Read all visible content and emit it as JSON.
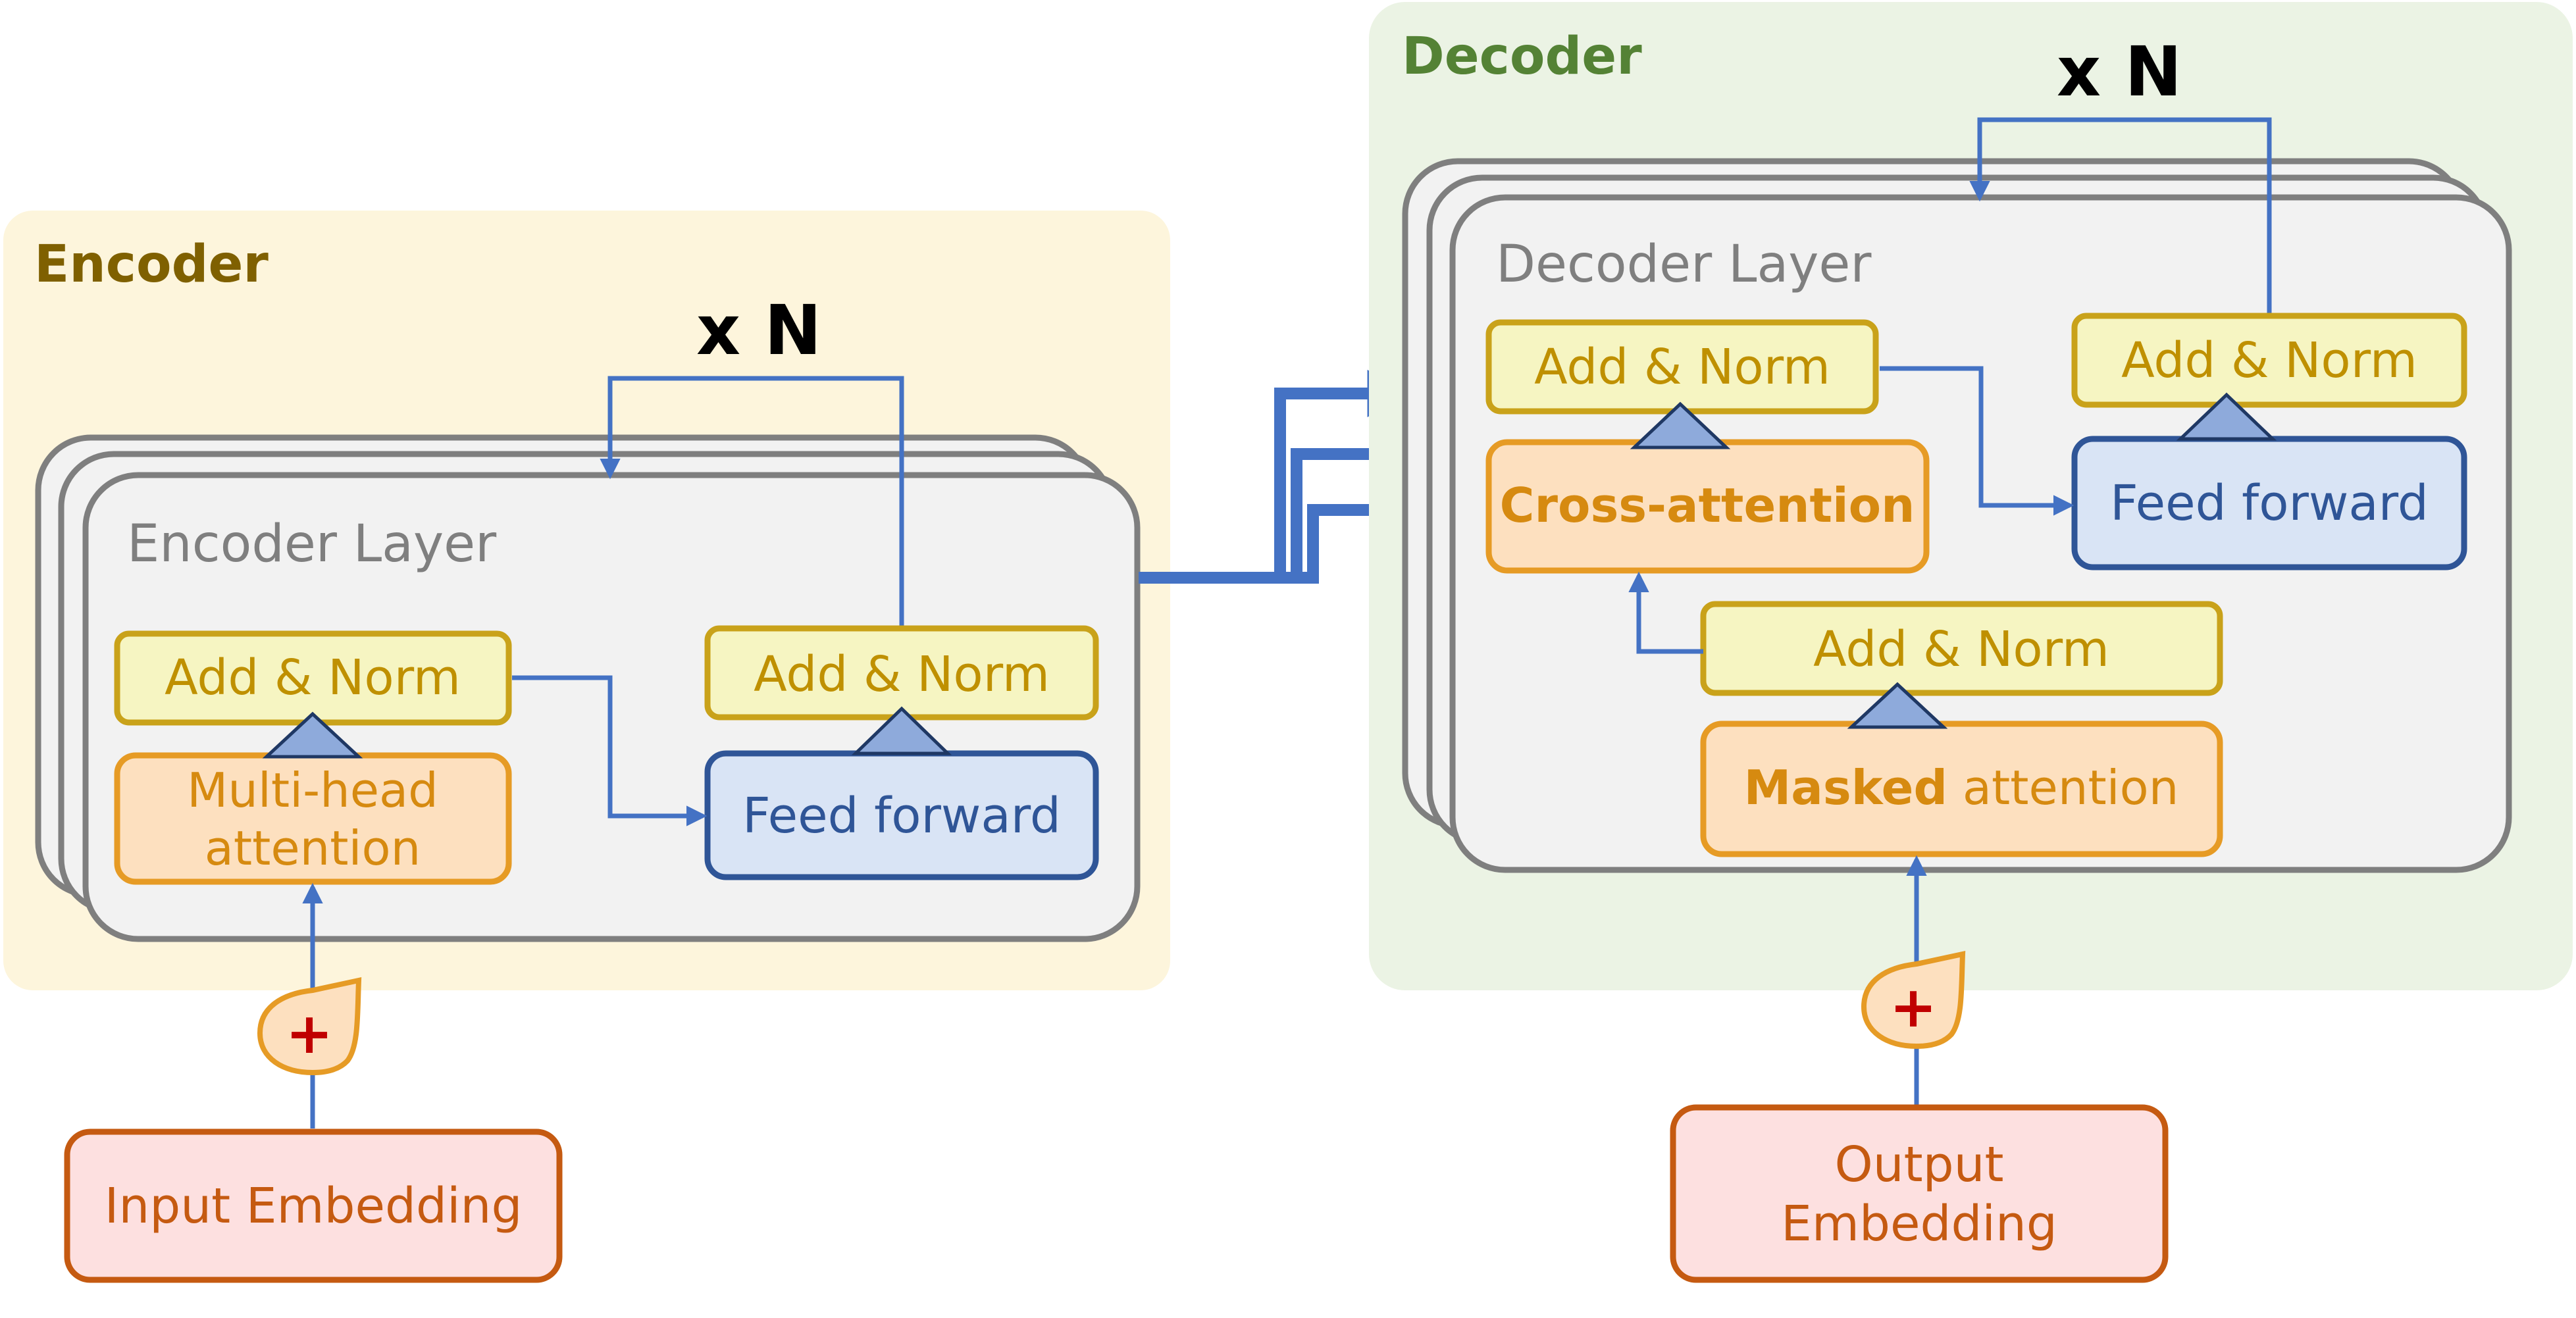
{
  "encoder": {
    "title": "Encoder",
    "repeat_label": "x N",
    "layer_label": "Encoder Layer",
    "add_norm_1": "Add & Norm",
    "add_norm_2": "Add & Norm",
    "attention_line1": "Multi-head",
    "attention_line2": "attention",
    "feed_forward": "Feed forward",
    "plus": "+",
    "embedding": "Input Embedding"
  },
  "decoder": {
    "title": "Decoder",
    "repeat_label": "x N",
    "layer_label": "Decoder Layer",
    "add_norm_cross": "Add & Norm",
    "add_norm_ff": "Add & Norm",
    "add_norm_masked": "Add & Norm",
    "cross_attention": "Cross-attention",
    "feed_forward": "Feed forward",
    "masked_bold": "Masked",
    "masked_rest": " attention",
    "plus": "+",
    "embedding_line1": "Output",
    "embedding_line2": "Embedding"
  },
  "colors": {
    "encoder_bg": "#fdf5dc",
    "decoder_bg": "#ebf3e4",
    "layer_bg": "#f2f2f2",
    "layer_border": "#7f7f7f",
    "norm_fill": "#f6f5c2",
    "norm_border": "#c9a21a",
    "attention_fill": "#fde0bf",
    "attention_border": "#e69b25",
    "ff_fill": "#d9e4f5",
    "ff_border": "#2f5597",
    "embedding_fill": "#fde0e0",
    "embedding_border": "#c55a11",
    "arrow": "#4472c4",
    "triangle": "#8eaadb"
  }
}
